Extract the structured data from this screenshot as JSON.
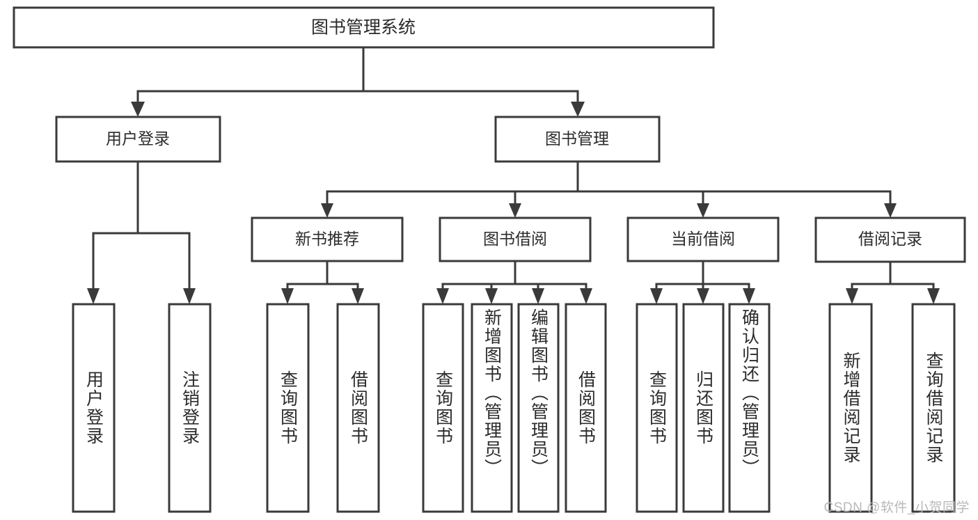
{
  "diagram": {
    "type": "hierarchy-tree",
    "root": {
      "id": "root",
      "label": "图书管理系统",
      "orientation": "horizontal"
    },
    "level1": [
      {
        "id": "user-login",
        "label": "用户登录",
        "orientation": "horizontal"
      },
      {
        "id": "book-management",
        "label": "图书管理",
        "orientation": "horizontal"
      }
    ],
    "level2": [
      {
        "id": "new-book-recommend",
        "label": "新书推荐",
        "orientation": "horizontal",
        "parent": "book-management"
      },
      {
        "id": "book-borrow",
        "label": "图书借阅",
        "orientation": "horizontal",
        "parent": "book-management"
      },
      {
        "id": "current-borrow",
        "label": "当前借阅",
        "orientation": "horizontal",
        "parent": "book-management"
      },
      {
        "id": "borrow-record",
        "label": "借阅记录",
        "orientation": "horizontal",
        "parent": "book-management"
      }
    ],
    "leaves": [
      {
        "id": "leaf-user-login",
        "label": "用户登录",
        "orientation": "vertical",
        "parent": "user-login"
      },
      {
        "id": "leaf-user-logout",
        "label": "注销登录",
        "orientation": "vertical",
        "parent": "user-login"
      },
      {
        "id": "leaf-query-book-1",
        "label": "查询图书",
        "orientation": "vertical",
        "parent": "new-book-recommend"
      },
      {
        "id": "leaf-borrow-book-1",
        "label": "借阅图书",
        "orientation": "vertical",
        "parent": "new-book-recommend"
      },
      {
        "id": "leaf-query-book-2",
        "label": "查询图书",
        "orientation": "vertical",
        "parent": "book-borrow"
      },
      {
        "id": "leaf-add-book",
        "label": "新增图书（管理员）",
        "orientation": "vertical",
        "parent": "book-borrow"
      },
      {
        "id": "leaf-edit-book",
        "label": "编辑图书（管理员）",
        "orientation": "vertical",
        "parent": "book-borrow"
      },
      {
        "id": "leaf-borrow-book-2",
        "label": "借阅图书",
        "orientation": "vertical",
        "parent": "book-borrow"
      },
      {
        "id": "leaf-query-book-3",
        "label": "查询图书",
        "orientation": "vertical",
        "parent": "current-borrow"
      },
      {
        "id": "leaf-return-book",
        "label": "归还图书",
        "orientation": "vertical",
        "parent": "current-borrow"
      },
      {
        "id": "leaf-confirm-return",
        "label": "确认归还（管理员）",
        "orientation": "vertical",
        "parent": "current-borrow"
      },
      {
        "id": "leaf-add-record",
        "label": "新增借阅记录",
        "orientation": "vertical",
        "parent": "borrow-record"
      },
      {
        "id": "leaf-query-record",
        "label": "查询借阅记录",
        "orientation": "vertical",
        "parent": "borrow-record"
      }
    ]
  },
  "watermark": {
    "text": "CSDN @软件_小贺同学"
  },
  "colors": {
    "stroke": "#3a3a3a",
    "box_fill": "#ffffff",
    "text": "#2b2b2b",
    "watermark": "#b9b9b9",
    "background": "#ffffff"
  }
}
